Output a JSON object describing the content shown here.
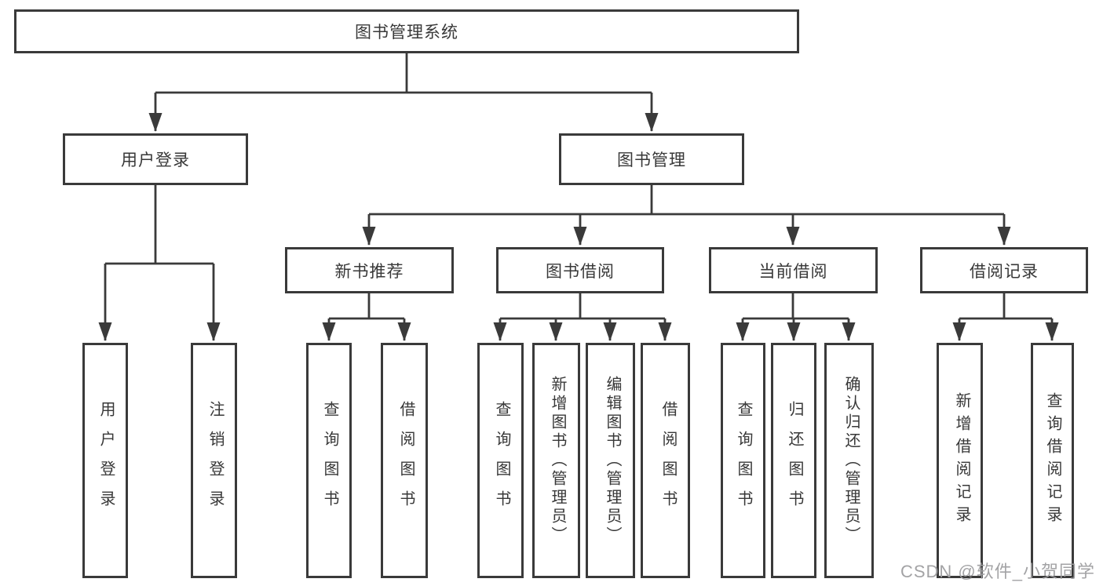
{
  "tree": {
    "root": {
      "label": "图书管理系统",
      "children": [
        {
          "label": "用户登录",
          "children": [
            {
              "label": "用户登录"
            },
            {
              "label": "注销登录"
            }
          ]
        },
        {
          "label": "图书管理",
          "children": [
            {
              "label": "新书推荐",
              "children": [
                {
                  "label": "查询图书"
                },
                {
                  "label": "借阅图书"
                }
              ]
            },
            {
              "label": "图书借阅",
              "children": [
                {
                  "label": "查询图书"
                },
                {
                  "label": "新增图书（管理员）"
                },
                {
                  "label": "编辑图书（管理员）"
                },
                {
                  "label": "借阅图书"
                }
              ]
            },
            {
              "label": "当前借阅",
              "children": [
                {
                  "label": "查询图书"
                },
                {
                  "label": "归还图书"
                },
                {
                  "label": "确认归还（管理员）"
                }
              ]
            },
            {
              "label": "借阅记录",
              "children": [
                {
                  "label": "新增借阅记录"
                },
                {
                  "label": "查询借阅记录"
                }
              ]
            }
          ]
        }
      ]
    }
  },
  "watermark": "CSDN @软件_小贺同学",
  "colors": {
    "line": "#3a3a3a",
    "box_border": "#3a3a3a",
    "box_fill": "#ffffff",
    "text": "#383838",
    "watermark": "#9e9ea0",
    "background": "#ffffff"
  }
}
